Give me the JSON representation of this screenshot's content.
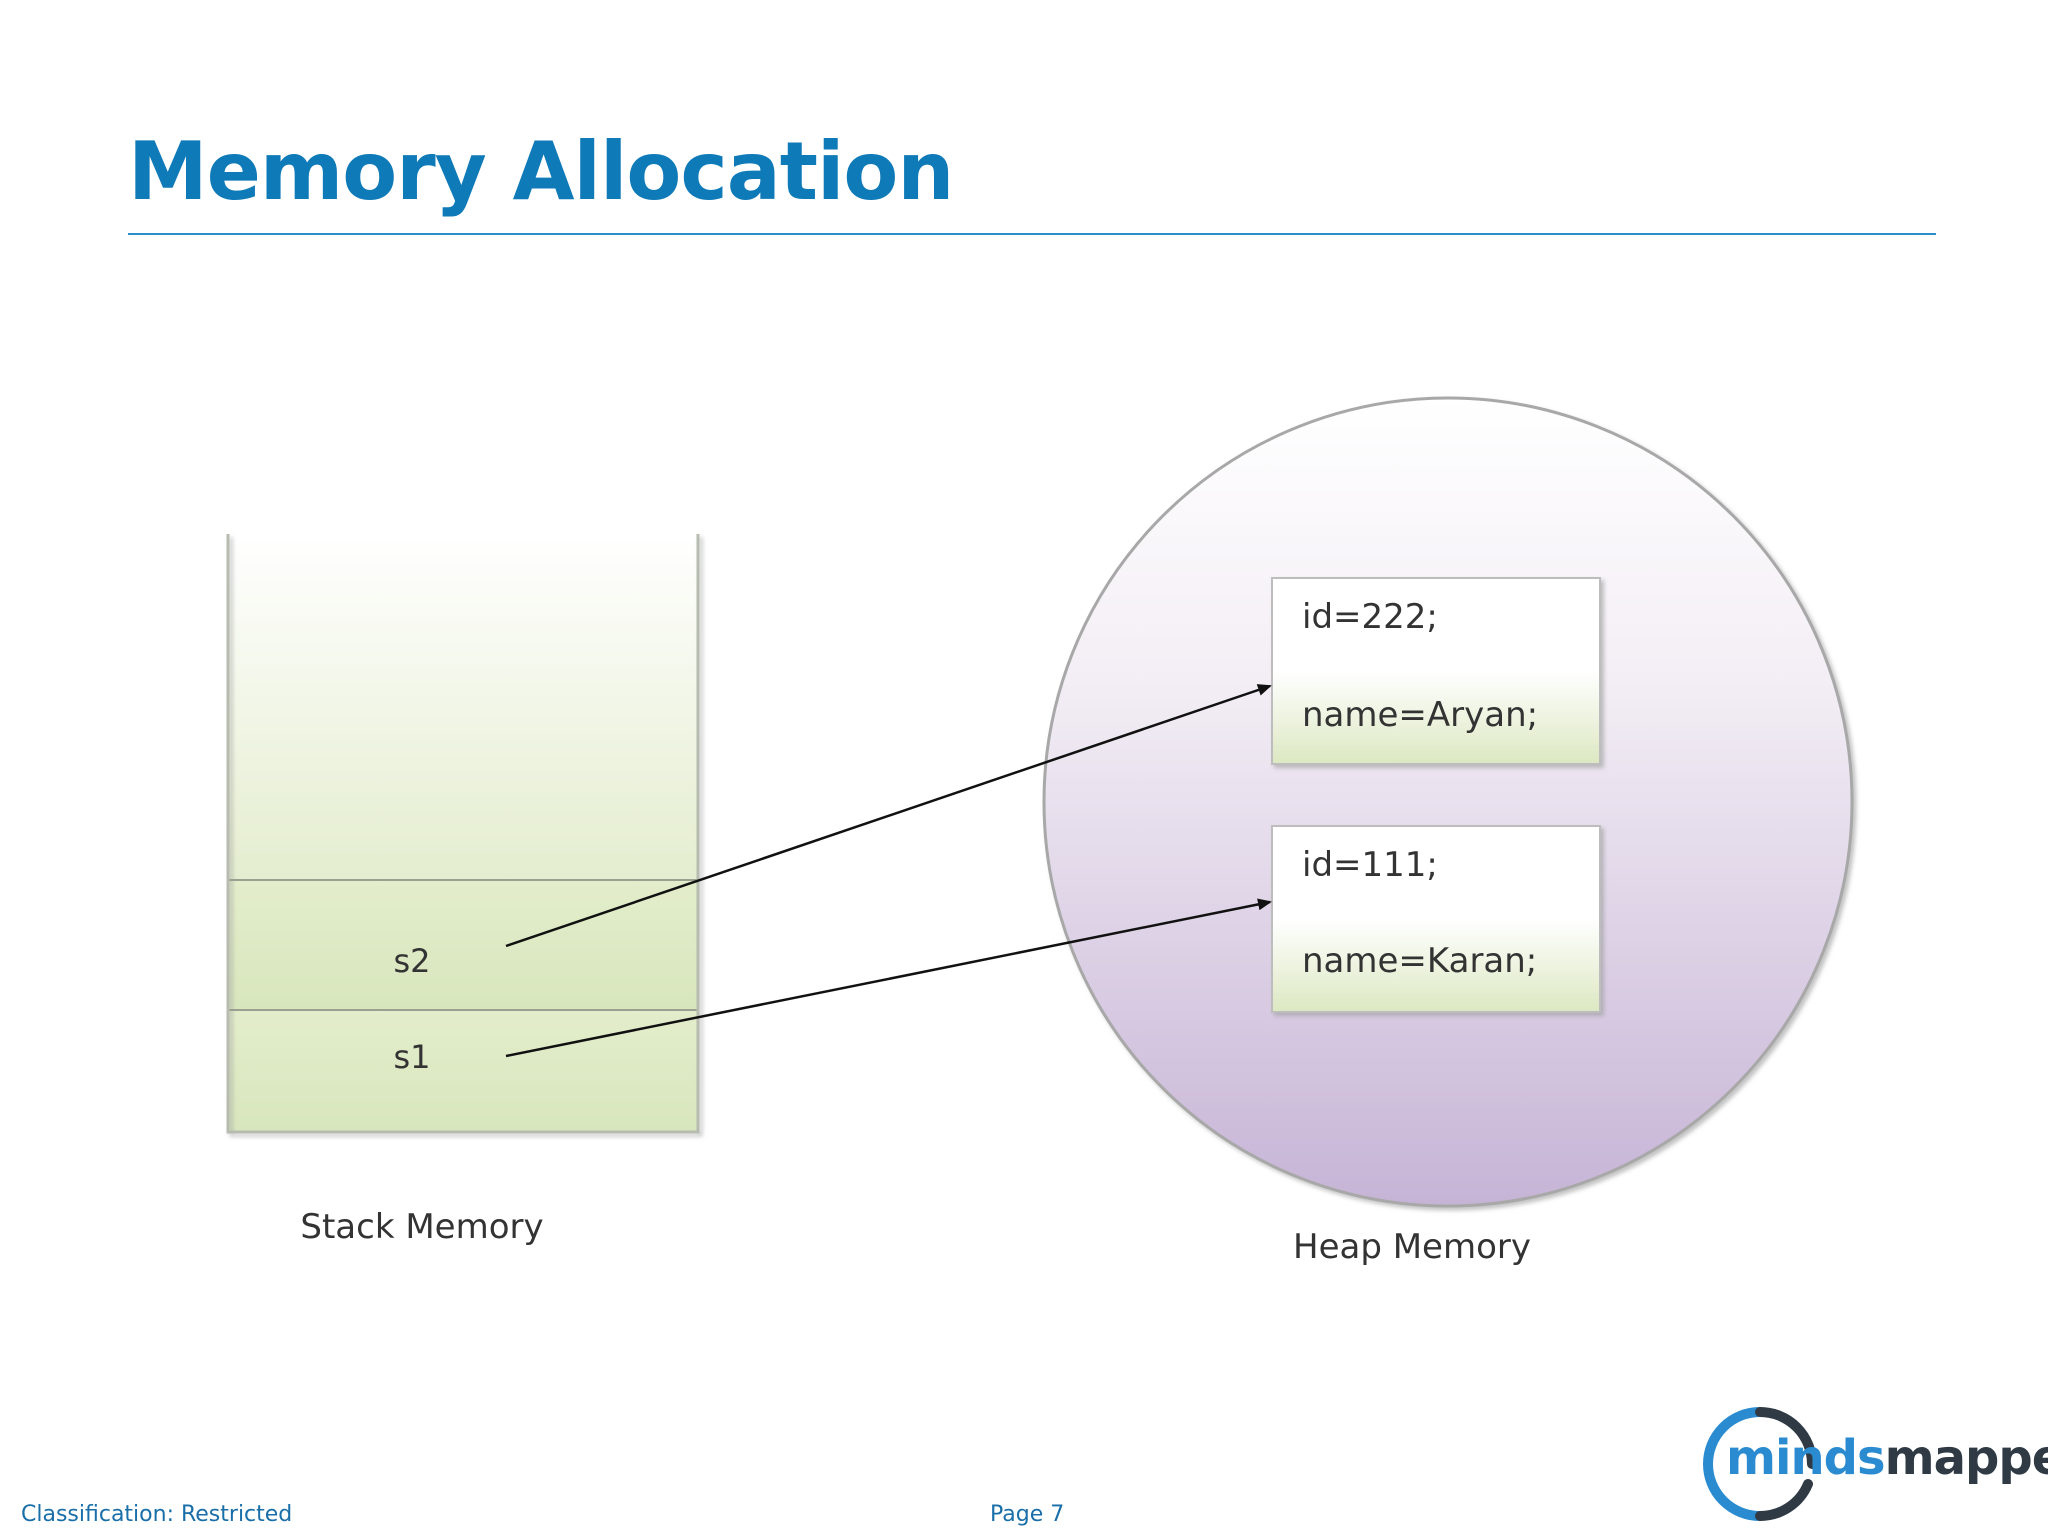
{
  "slide": {
    "title": "Memory Allocation",
    "footer_classification": "Classification: Restricted",
    "footer_page": "Page 7"
  },
  "diagram": {
    "stack": {
      "label": "Stack Memory",
      "slots": [
        "s2",
        "s1"
      ]
    },
    "heap": {
      "label": "Heap Memory",
      "objects": [
        {
          "id_line": "id=222;",
          "name_line": "name=Aryan;"
        },
        {
          "id_line": "id=111;",
          "name_line": "name=Karan;"
        }
      ]
    },
    "references": [
      {
        "from": "s2",
        "to": "id=222;"
      },
      {
        "from": "s1",
        "to": "id=111;"
      }
    ]
  },
  "logo": {
    "text_part1": "m",
    "text_part2": "inds",
    "text_part3": "mapped",
    "ring_colors": [
      "#2a8bd0",
      "#2f3a45"
    ]
  },
  "colors": {
    "title": "#0f7ab8",
    "stack_fill": "#dfe9c8",
    "heap_fill": "#c9b8d8",
    "footer_text": "#1a6fa8"
  }
}
